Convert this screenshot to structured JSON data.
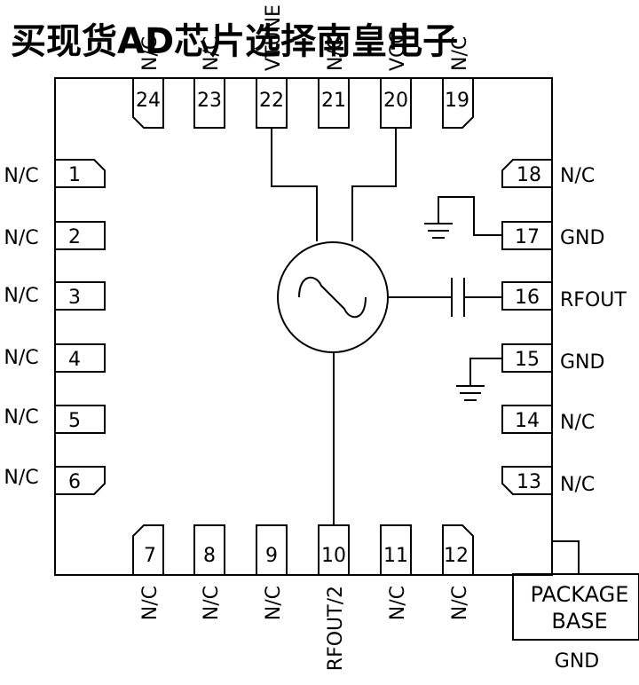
{
  "banner": {
    "text": "买现货AD芯片选择南皇电子",
    "color": "#F2797A"
  },
  "pins": {
    "p1": {
      "num": "1",
      "label": "N/C"
    },
    "p2": {
      "num": "2",
      "label": "N/C"
    },
    "p3": {
      "num": "3",
      "label": "N/C"
    },
    "p4": {
      "num": "4",
      "label": "N/C"
    },
    "p5": {
      "num": "5",
      "label": "N/C"
    },
    "p6": {
      "num": "6",
      "label": "N/C"
    },
    "p7": {
      "num": "7",
      "label": "N/C"
    },
    "p8": {
      "num": "8",
      "label": "N/C"
    },
    "p9": {
      "num": "9",
      "label": "N/C"
    },
    "p10": {
      "num": "10",
      "label": "RFOUT/2"
    },
    "p11": {
      "num": "11",
      "label": "N/C"
    },
    "p12": {
      "num": "12",
      "label": "N/C"
    },
    "p13": {
      "num": "13",
      "label": "N/C"
    },
    "p14": {
      "num": "14",
      "label": "N/C"
    },
    "p15": {
      "num": "15",
      "label": "GND"
    },
    "p16": {
      "num": "16",
      "label": "RFOUT"
    },
    "p17": {
      "num": "17",
      "label": "GND"
    },
    "p18": {
      "num": "18",
      "label": "N/C"
    },
    "p19": {
      "num": "19",
      "label": "N/C"
    },
    "p20": {
      "num": "20",
      "label": "VCC"
    },
    "p21": {
      "num": "21",
      "label": "N/C"
    },
    "p22": {
      "num": "22",
      "label": "VTUNE"
    },
    "p23": {
      "num": "23",
      "label": "N/C"
    },
    "p24": {
      "num": "24",
      "label": "N/C"
    }
  },
  "package_base": {
    "line1": "PACKAGE",
    "line2": "BASE",
    "gnd_label": "GND"
  }
}
